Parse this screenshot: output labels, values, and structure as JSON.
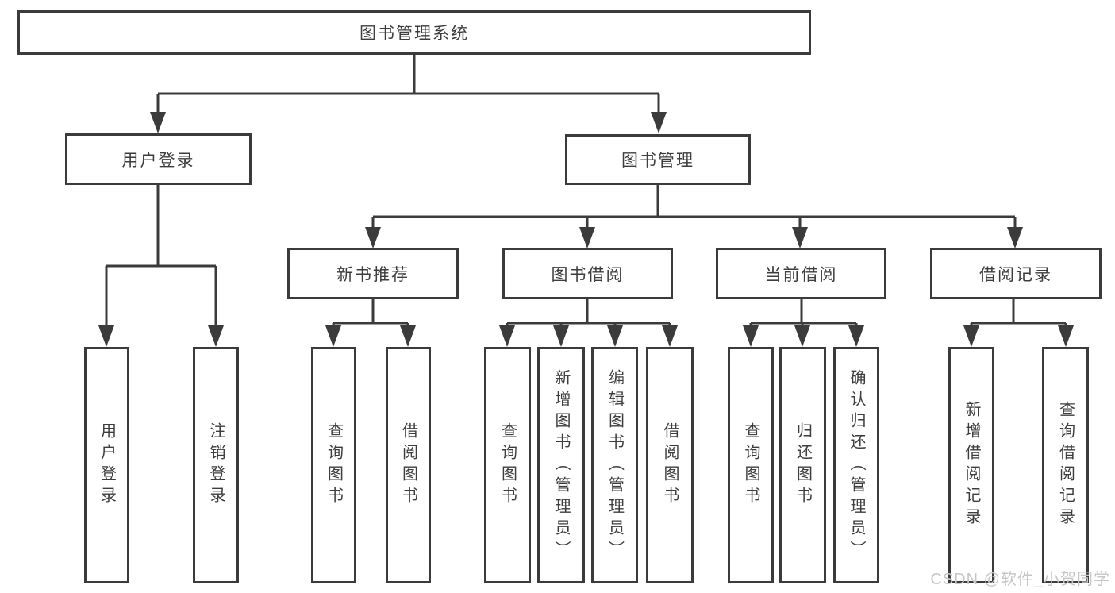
{
  "diagram": {
    "nodes": {
      "root": {
        "label": "图书管理系统"
      },
      "user_login": {
        "label": "用户登录"
      },
      "book_management": {
        "label": "图书管理"
      },
      "new_book_recommend": {
        "label": "新书推荐"
      },
      "book_borrowing": {
        "label": "图书借阅"
      },
      "current_borrowing": {
        "label": "当前借阅"
      },
      "borrowing_records": {
        "label": "借阅记录"
      },
      "leaf_user_login": {
        "label": "用户登录"
      },
      "leaf_logout": {
        "label": "注销登录"
      },
      "leaf_nbr_query_books": {
        "label": "查询图书"
      },
      "leaf_nbr_borrow_books": {
        "label": "借阅图书"
      },
      "leaf_bb_query_books": {
        "label": "查询图书"
      },
      "leaf_bb_add_books": {
        "label": "新增图书（管理员）"
      },
      "leaf_bb_edit_books": {
        "label": "编辑图书（管理员）"
      },
      "leaf_bb_borrow_books": {
        "label": "借阅图书"
      },
      "leaf_cb_query_books": {
        "label": "查询图书"
      },
      "leaf_cb_return_books": {
        "label": "归还图书"
      },
      "leaf_cb_confirm_return": {
        "label": "确认归还（管理员）"
      },
      "leaf_br_add_record": {
        "label": "新增借阅记录"
      },
      "leaf_br_query_record": {
        "label": "查询借阅记录"
      }
    },
    "colors": {
      "line": "#3b3b3b",
      "text": "#3d3d3d",
      "background": "#ffffff",
      "watermark_color": "#c6c6c6"
    }
  },
  "watermark": {
    "text": "CSDN @软件_小贺同学"
  }
}
